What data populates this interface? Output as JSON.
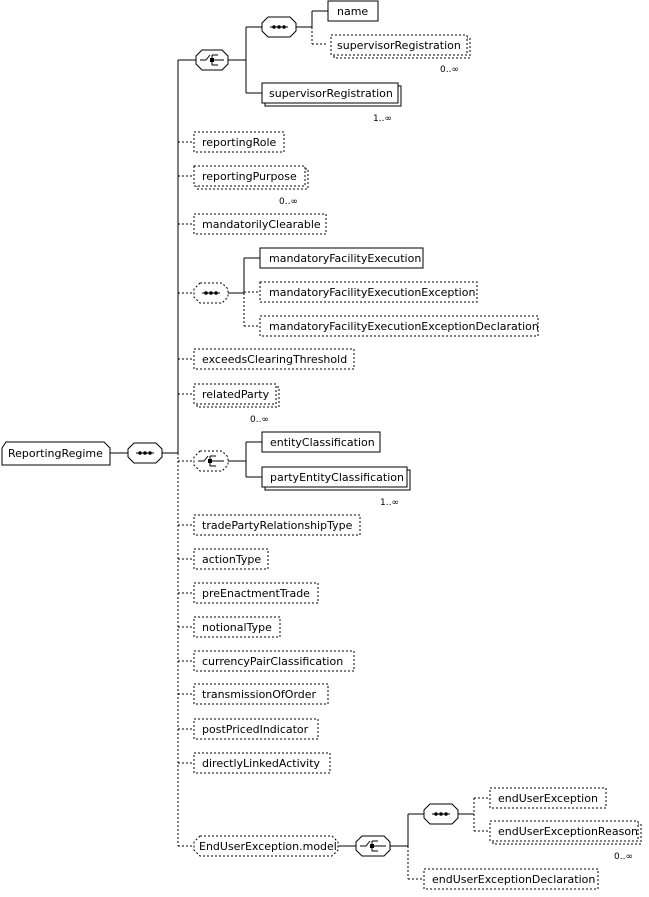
{
  "root": "ReportingRegime",
  "elements": {
    "name": "name",
    "supervisorRegistration_opt": "supervisorRegistration",
    "supervisorRegistration_req": "supervisorRegistration",
    "reportingRole": "reportingRole",
    "reportingPurpose": "reportingPurpose",
    "mandatorilyClearable": "mandatorilyClearable",
    "mandatoryFacilityExecution": "mandatoryFacilityExecution",
    "mandatoryFacilityExecutionException": "mandatoryFacilityExecutionException",
    "mandatoryFacilityExecutionExceptionDeclaration": "mandatoryFacilityExecutionExceptionDeclaration",
    "exceedsClearingThreshold": "exceedsClearingThreshold",
    "relatedParty": "relatedParty",
    "entityClassification": "entityClassification",
    "partyEntityClassification": "partyEntityClassification",
    "tradePartyRelationshipType": "tradePartyRelationshipType",
    "actionType": "actionType",
    "preEnactmentTrade": "preEnactmentTrade",
    "notionalType": "notionalType",
    "currencyPairClassification": "currencyPairClassification",
    "transmissionOfOrder": "transmissionOfOrder",
    "postPricedIndicator": "postPricedIndicator",
    "directlyLinkedActivity": "directlyLinkedActivity",
    "endUserExceptionModel": "EndUserException.model",
    "endUserException": "endUserException",
    "endUserExceptionReason": "endUserExceptionReason",
    "endUserExceptionDeclaration": "endUserExceptionDeclaration"
  },
  "cardinality": {
    "supervisorRegistration_opt": "0..∞",
    "supervisorRegistration_req": "1..∞",
    "reportingPurpose": "0..∞",
    "relatedParty": "0..∞",
    "partyEntityClassification": "1..∞",
    "endUserExceptionReason": "0..∞"
  },
  "colors": {
    "line": "#000000",
    "box_fill": "#ffffff",
    "shadow": "#000000"
  }
}
